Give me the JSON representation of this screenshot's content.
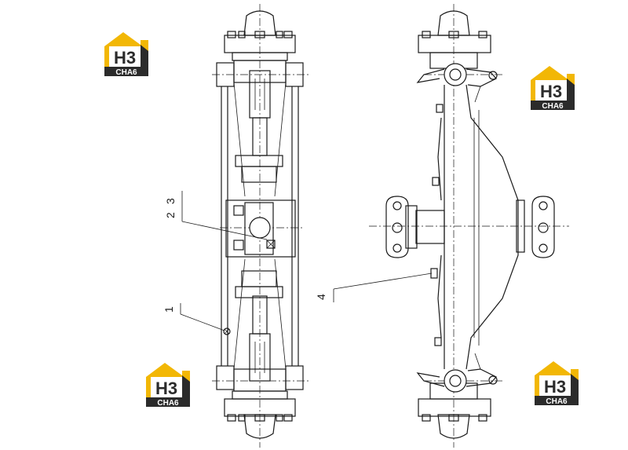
{
  "callouts": {
    "p1": "1",
    "p2": "2",
    "p3": "3",
    "p4": "4"
  },
  "logo": {
    "mark": "H3",
    "word": "CHA6"
  },
  "colors": {
    "logo_yellow": "#f2b705",
    "logo_dark": "#2b2b2b",
    "line": "#1a1a1a"
  }
}
